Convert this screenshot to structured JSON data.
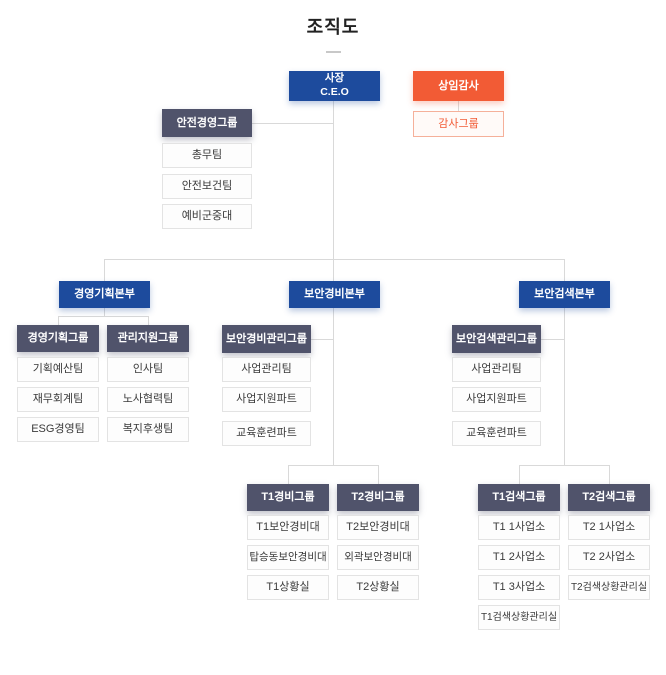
{
  "title": "조직도",
  "colors": {
    "blue": "#1d4b9d",
    "orange": "#f25b35",
    "slate": "#50536b",
    "line": "#d9d9d9",
    "box_bg": "#fdfdfd",
    "box_border": "#e3e3e3",
    "box_text": "#3a3a3a",
    "audit_bg": "#fffaf8",
    "audit_border": "#f5b09a"
  },
  "ceo": {
    "title": "사장",
    "subtitle": "C.E.O"
  },
  "auditor": {
    "label": "상임감사",
    "child": "감사그룹"
  },
  "safety": {
    "label": "안전경영그룹",
    "teams": [
      "총무팀",
      "안전보건팀",
      "예비군중대"
    ]
  },
  "divisions": [
    {
      "label": "경영기획본부",
      "groups": [
        {
          "label": "경영기획그룹",
          "teams": [
            "기획예산팀",
            "재무회계팀",
            "ESG경영팀"
          ]
        },
        {
          "label": "관리지원그룹",
          "teams": [
            "인사팀",
            "노사협력팀",
            "복지후생팀"
          ]
        }
      ]
    },
    {
      "label": "보안경비본부",
      "mgmt_group": {
        "label": "보안경비관리그룹",
        "teams": [
          "사업관리팀",
          "사업지원파트",
          "교육훈련파트"
        ]
      },
      "sub_groups": [
        {
          "label": "T1경비그룹",
          "teams": [
            "T1보안경비대",
            "탑승동보안경비대",
            "T1상황실"
          ]
        },
        {
          "label": "T2경비그룹",
          "teams": [
            "T2보안경비대",
            "외곽보안경비대",
            "T2상황실"
          ]
        }
      ]
    },
    {
      "label": "보안검색본부",
      "mgmt_group": {
        "label": "보안검색관리그룹",
        "teams": [
          "사업관리팀",
          "사업지원파트",
          "교육훈련파트"
        ]
      },
      "sub_groups": [
        {
          "label": "T1검색그룹",
          "teams": [
            "T1 1사업소",
            "T1 2사업소",
            "T1 3사업소",
            "T1검색상황관리실"
          ]
        },
        {
          "label": "T2검색그룹",
          "teams": [
            "T2 1사업소",
            "T2 2사업소",
            "T2검색상황관리실"
          ]
        }
      ]
    }
  ]
}
